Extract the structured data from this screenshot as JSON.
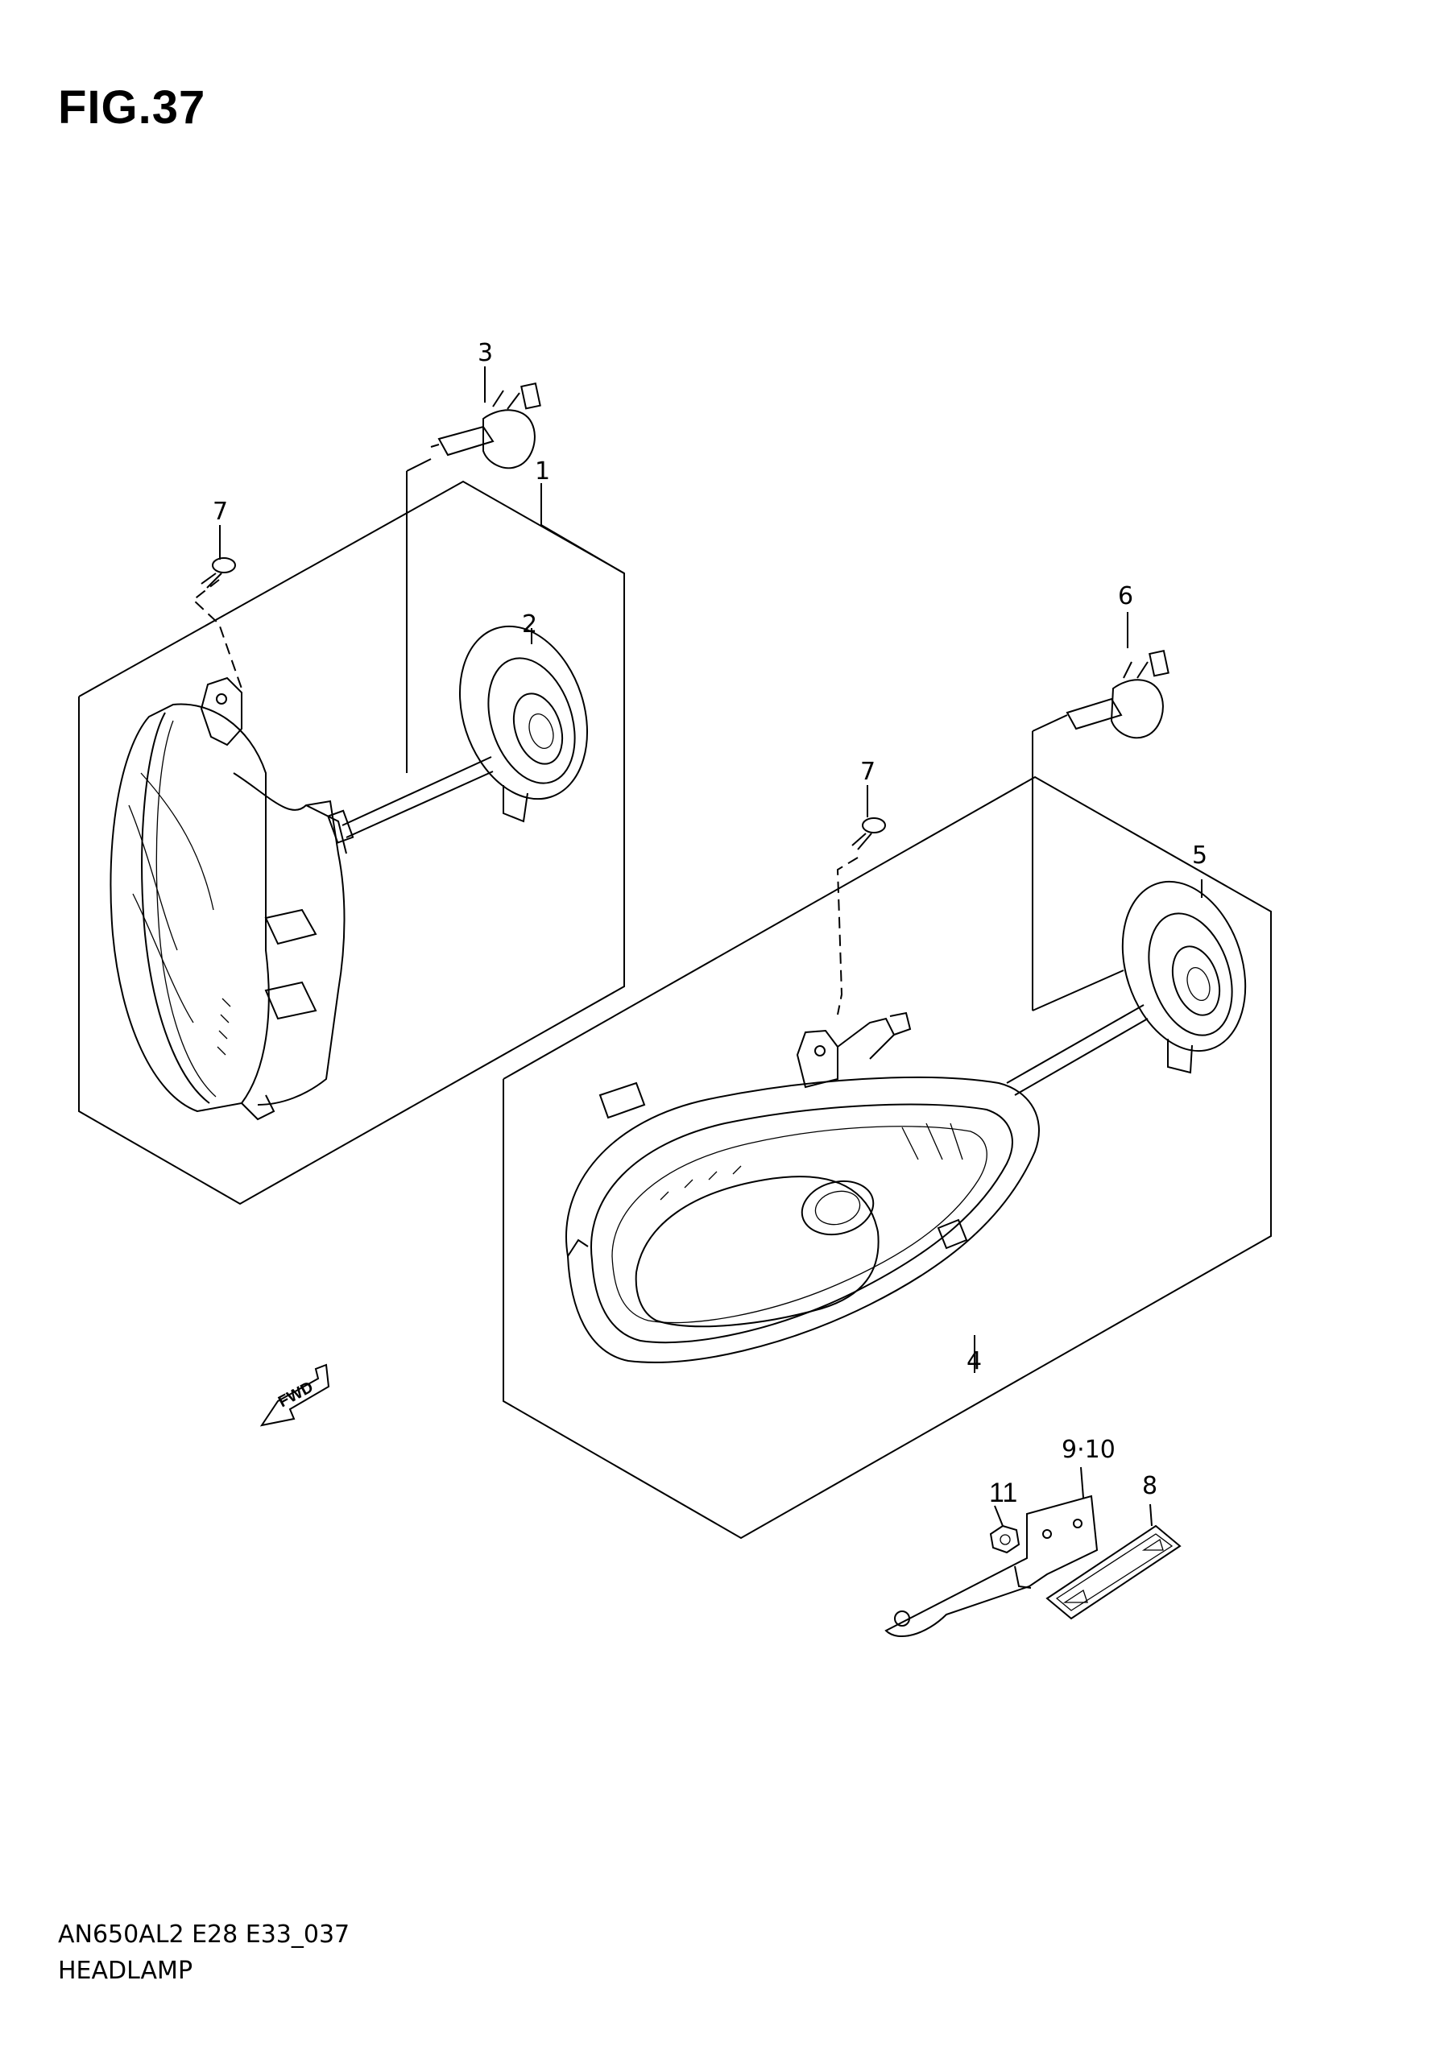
{
  "figure": {
    "title": "FIG.37"
  },
  "callouts": {
    "c1": "1",
    "c2": "2",
    "c3": "3",
    "c4": "4",
    "c5": "5",
    "c6": "6",
    "c7a": "7",
    "c7b": "7",
    "c8": "8",
    "c9_10": "9·10",
    "c11": "11"
  },
  "direction_marker": {
    "label": "FWD"
  },
  "footer": {
    "code": "AN650AL2 E28 E33_037",
    "name": "HEADLAMP"
  }
}
